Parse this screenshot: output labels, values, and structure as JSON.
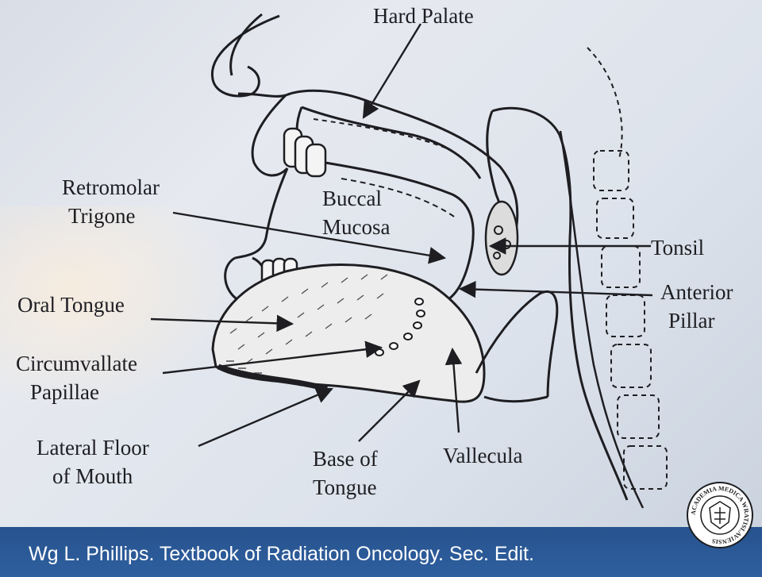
{
  "labels": {
    "hard_palate": "Hard Palate",
    "retromolar_1": "Retromolar",
    "retromolar_2": "Trigone",
    "buccal_1": "Buccal",
    "buccal_2": "Mucosa",
    "oral_tongue": "Oral Tongue",
    "circumvallate_1": "Circumvallate",
    "circumvallate_2": "Papillae",
    "lateral_floor_1": "Lateral Floor",
    "lateral_floor_2": "of Mouth",
    "base_tongue_1": "Base of",
    "base_tongue_2": "Tongue",
    "vallecula": "Vallecula",
    "tonsil": "Tonsil",
    "anterior_pillar_1": "Anterior",
    "anterior_pillar_2": "Pillar"
  },
  "footer": {
    "citation": "Wg L. Phillips. Textbook of Radiation Oncology. Sec. Edit.",
    "seal_text": "ACADEMIA MEDICA WRATISLAVIENSIS",
    "background_color": "#2f5f9f"
  },
  "colors": {
    "ink": "#1e1e22",
    "paper": "#e2e6ed"
  }
}
